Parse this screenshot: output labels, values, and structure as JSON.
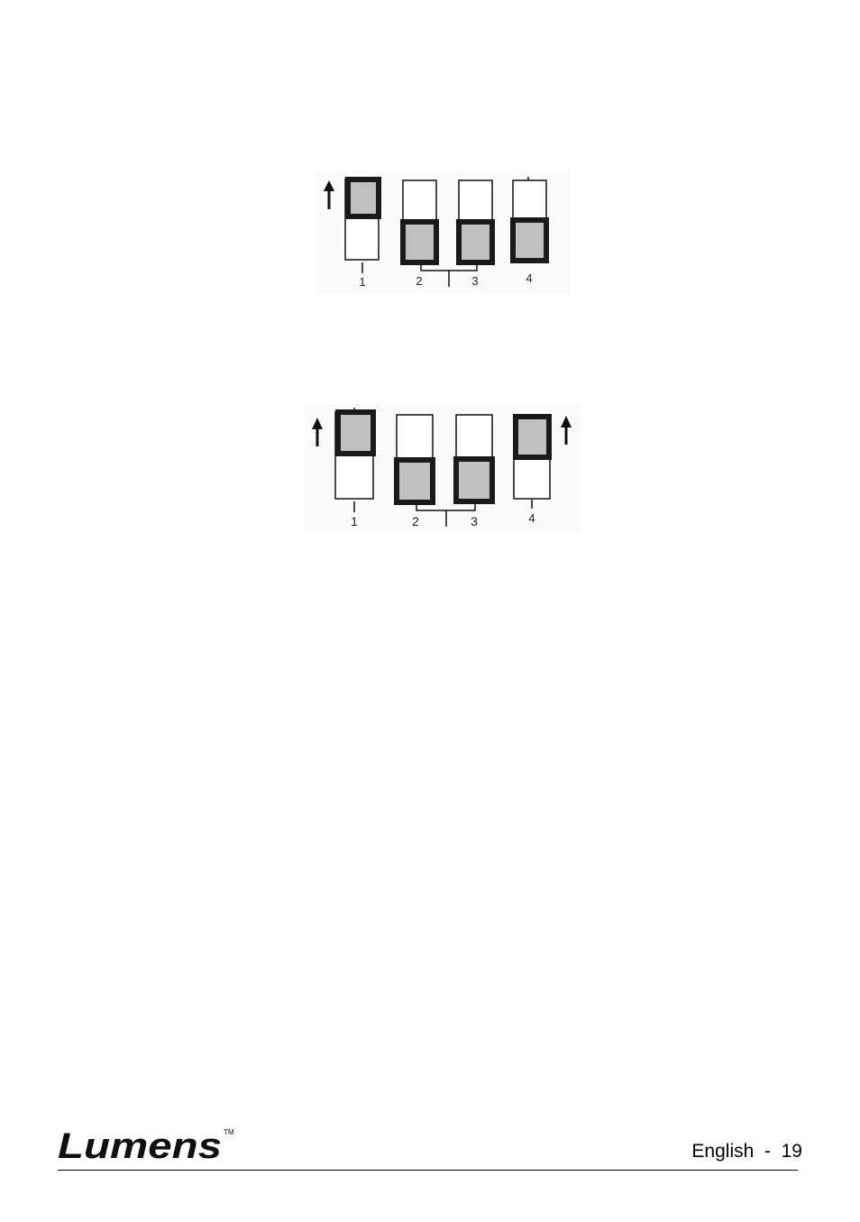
{
  "figures": [
    {
      "switches": [
        {
          "number": "1",
          "position": "up",
          "arrow": true
        },
        {
          "number": "2",
          "position": "down",
          "arrow": false
        },
        {
          "number": "3",
          "position": "down",
          "arrow": false
        },
        {
          "number": "4",
          "position": "down",
          "arrow": false
        }
      ]
    },
    {
      "switches": [
        {
          "number": "1",
          "position": "up",
          "arrow": true
        },
        {
          "number": "2",
          "position": "down",
          "arrow": false
        },
        {
          "number": "3",
          "position": "down",
          "arrow": false
        },
        {
          "number": "4",
          "position": "up",
          "arrow": true
        }
      ]
    }
  ],
  "footer": {
    "brand": "Lumens",
    "trademark": "TM",
    "page_text": "English  -  19"
  },
  "colors": {
    "switch_fill": "#c0c0c0",
    "switch_border": "#1a1a1a",
    "rule": "#000000"
  }
}
